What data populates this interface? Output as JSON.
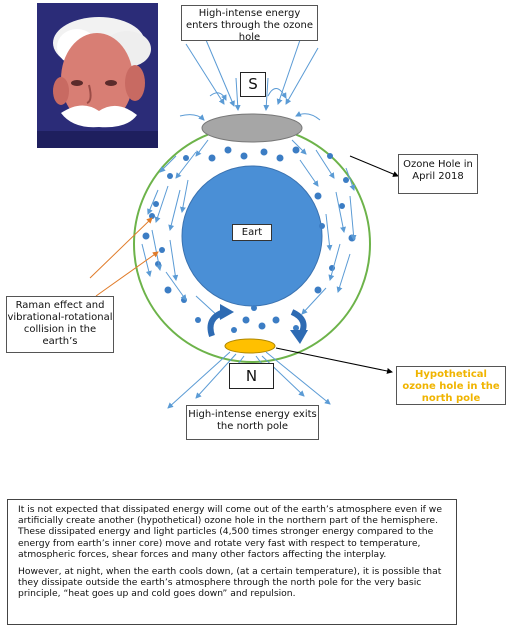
{
  "labels": {
    "top_box": "High-intense energy enters through the ozone hole",
    "south": "S",
    "north": "N",
    "earth": "Eart",
    "ozone_box": "Ozone Hole in April 2018",
    "hypothetical": "Hypothetical ozone hole in the north pole",
    "raman": "Raman effect and vibrational-rotational collision in the earth’s",
    "exit_box": "High-intense energy exits the north pole"
  },
  "paragraphs": [
    "It is not expected that dissipated energy will come out of the earth’s atmosphere even if we artificially create another (hypothetical) ozone hole in the northern part of the hemisphere. These dissipated energy and light particles (4,500 times stronger energy compared to the energy from earth’s inner core) move and rotate very fast with respect to temperature, atmospheric forces, shear forces and many other factors affecting the interplay.",
    "However, at night, when the earth cools down, (at a certain temperature), it is possible that they dissipate outside the earth’s atmosphere through the north pole for the very basic principle, “heat goes up and cold goes down” and repulsion."
  ],
  "colors": {
    "atmosphere_border": "#6db34a",
    "earth": "#4a8fd6",
    "particles": "#3c7dc4",
    "arrows": "#5b9bd5",
    "ozone_hole_south": "#a6a6a6",
    "ozone_hole_north": "#ffc000",
    "raman_arrows": "#e07b29",
    "hypothetical_text": "#f0b400"
  }
}
